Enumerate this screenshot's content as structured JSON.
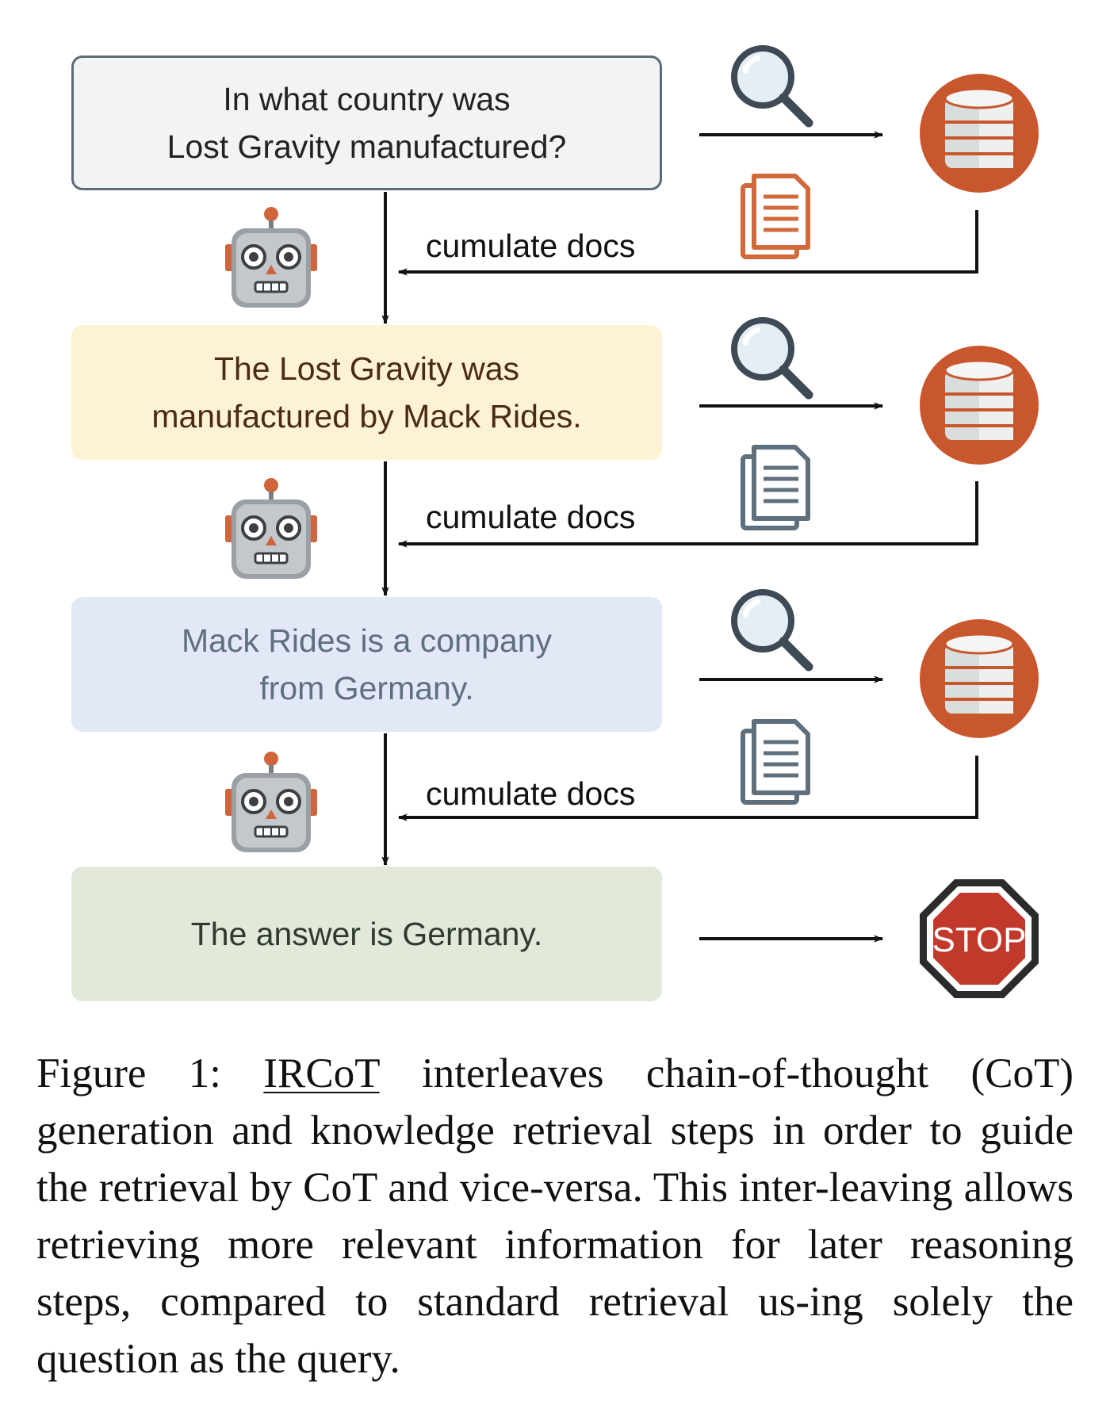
{
  "steps": [
    {
      "text": "In what country was\nLost Gravity manufactured?"
    },
    {
      "text": "The Lost Gravity was\nmanufactured by Mack Rides."
    },
    {
      "text": "Mack Rides is a company\nfrom Germany."
    },
    {
      "text": "The answer is Germany."
    }
  ],
  "loop_label": "cumulate docs",
  "stop_label": "STOP",
  "icons": {
    "query": "magnifier-icon",
    "corpus": "database-icon",
    "documents": "documents-icon",
    "reasoner": "robot-icon",
    "end": "stop-sign-icon"
  },
  "colors": {
    "question_fill": "#f2f4f4",
    "question_border": "#5d6b78",
    "step1_fill": "#fdf3d4",
    "step2_fill": "#e2e8f6",
    "answer_fill": "#e1e9da",
    "database": "#c8572d",
    "stop": "#c0392b",
    "docs_first": "#d2693a",
    "docs_other": "#5f6f7c"
  },
  "caption": {
    "prefix": "Figure 1: ",
    "method": "IRCoT",
    "body": " interleaves chain-of-thought (CoT) generation and knowledge retrieval steps in order to guide the retrieval by CoT and vice-versa. This inter-leaving allows retrieving more relevant information for later reasoning steps, compared to standard retrieval us-ing solely the question as the query."
  }
}
